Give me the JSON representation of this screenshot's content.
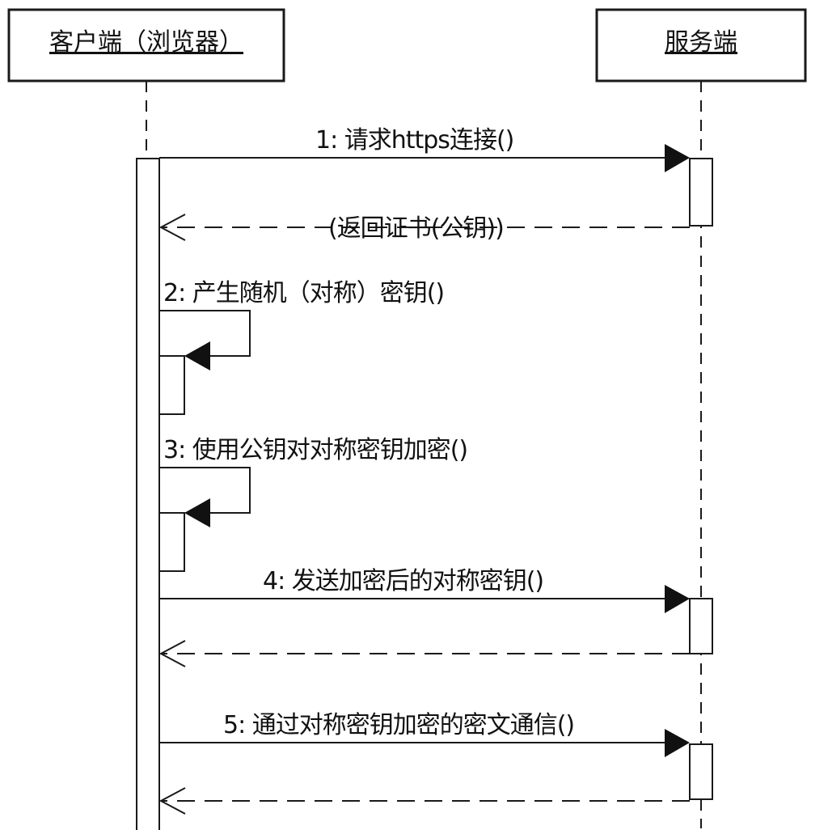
{
  "participants": {
    "client": {
      "label": "客户端（浏览器）"
    },
    "server": {
      "label": "服务端"
    }
  },
  "messages": [
    {
      "label": "1: 请求https连接()"
    },
    {
      "label": "(返回证书(公钥))"
    },
    {
      "label": "2: 产生随机（对称）密钥()"
    },
    {
      "label": "3: 使用公钥对对称密钥加密()"
    },
    {
      "label": "4: 发送加密后的对称密钥()"
    },
    {
      "label": ""
    },
    {
      "label": "5: 通过对称密钥加密的密文通信()"
    },
    {
      "label": ""
    }
  ],
  "colors": {
    "line": "#1a1a1a",
    "background": "#ffffff"
  }
}
